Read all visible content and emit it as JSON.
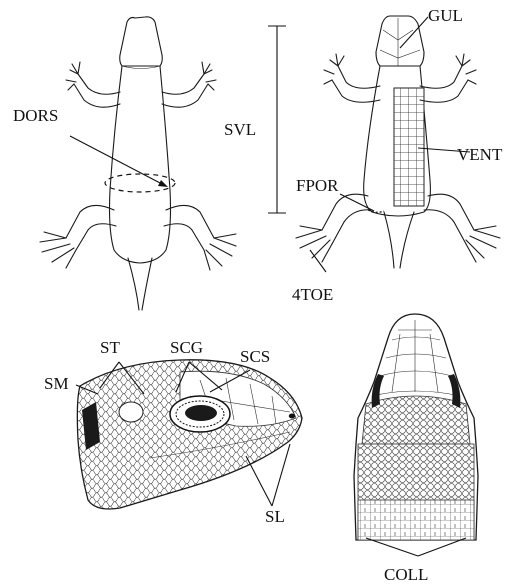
{
  "labels": {
    "dors": "DORS",
    "svl": "SVL",
    "gul": "GUL",
    "vent": "VENT",
    "fpor": "FPOR",
    "toe4": "4TOE",
    "st": "ST",
    "scg": "SCG",
    "scs": "SCS",
    "sm": "SM",
    "sl": "SL",
    "coll": "COLL"
  }
}
